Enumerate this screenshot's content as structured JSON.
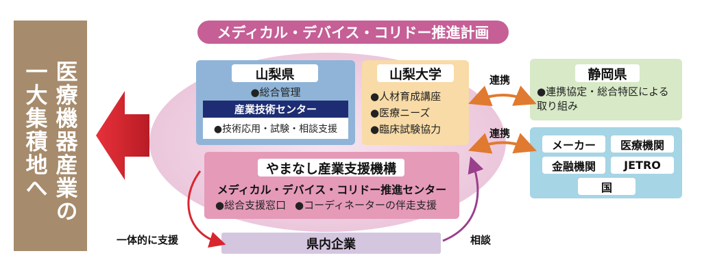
{
  "goal": {
    "line1": "医療機器産業の",
    "line2": "一大集積地へ"
  },
  "plan_title": "メディカル・デバイス・コリドー推進計画",
  "yamanashi_pref": {
    "name": "山梨県",
    "item": "●総合管理",
    "center_name": "産業技術センター",
    "center_item": "●技術応用・試験・相談支援"
  },
  "yamanashi_univ": {
    "name": "山梨大学",
    "items": [
      "●人材育成講座",
      "●医療ニーズ",
      "●臨床試験協力"
    ]
  },
  "shizuoka": {
    "name": "静岡県",
    "item": "●連携協定・総合特区による取り組み"
  },
  "partners": [
    "メーカー",
    "医療機関",
    "金融機関",
    "JETRO",
    "国"
  ],
  "labels": {
    "link1": "連携",
    "link2": "連携",
    "integrated_support": "一体的に支援",
    "consult": "相談"
  },
  "support_org": {
    "name": "やまなし産業支援機構",
    "center": "メディカル・デバイス・コリドー推進センター",
    "item1": "●総合支援窓口",
    "item2": "●コーディネーターの伴走支援"
  },
  "companies": "県内企業",
  "colors": {
    "banner": "#a68b6c",
    "arrow": "#d7262f",
    "title_pill": "#c55f96",
    "pref_box": "#8fb4d8",
    "center_bar": "#1e2d73",
    "univ_box": "#f8dba6",
    "org_box": "#e59ab8",
    "companies_box": "#d5c6e0",
    "shizuoka_box": "#d7e9c6",
    "partners_box": "#a6d5e5",
    "link_arrow": "#e07a30",
    "support_arrow": "#d7262f",
    "consult_arrow": "#9a3f8c"
  }
}
